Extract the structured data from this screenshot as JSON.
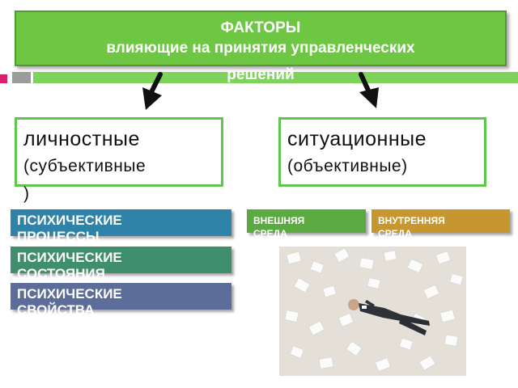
{
  "title": {
    "line1": "ФАКТОРЫ",
    "line2": "влияющие на принятия управленческих",
    "line3": "решений"
  },
  "categories": {
    "personal": {
      "name": "личностные",
      "qualifier": "(субъективные",
      "close": ")"
    },
    "situational": {
      "name": "ситуационные",
      "qualifier": "(объективные)"
    }
  },
  "personal_factors": [
    {
      "line1": "ПСИХИЧЕСКИЕ",
      "line2": "ПРОЦЕССЫ"
    },
    {
      "line1": "ПСИХИЧЕСКИЕ",
      "line2": "СОСТОЯНИЯ"
    },
    {
      "line1": "ПСИХИЧЕСКИЕ",
      "line2": "СВОЙСТВА"
    }
  ],
  "situational_factors": [
    {
      "line1": "ВНЕШНЯЯ",
      "line2": "СРЕДА"
    },
    {
      "line1": "ВНУТРЕННЯЯ",
      "line2": "СРЕДА"
    }
  ],
  "colors": {
    "title_bg": "#6dc743",
    "box_border": "#5cc74a",
    "processes": "#2f83a8",
    "states": "#3f8f6d",
    "properties": "#5c6d9a",
    "external": "#5aaa42",
    "internal": "#c7962e",
    "accent_pink": "#d9206f"
  },
  "icons": [
    "arrow-down-left-icon",
    "arrow-down-right-icon"
  ]
}
